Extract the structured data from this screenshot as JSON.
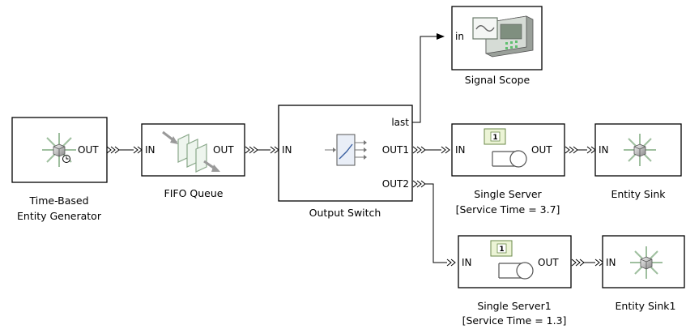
{
  "blocks": {
    "generator": {
      "label_line1": "Time-Based",
      "label_line2": "Entity Generator",
      "out_port": "OUT"
    },
    "fifo": {
      "label": "FIFO Queue",
      "in_port": "IN",
      "out_port": "OUT"
    },
    "switch": {
      "label": "Output Switch",
      "in_port": "IN",
      "last_port": "last",
      "out1_port": "OUT1",
      "out2_port": "OUT2"
    },
    "scope": {
      "label": "Signal Scope",
      "in_port": "in"
    },
    "server": {
      "label_line1": "Single Server",
      "label_line2": "[Service Time = 3.7]",
      "in_port": "IN",
      "out_port": "OUT",
      "count": "1"
    },
    "server1": {
      "label_line1": "Single Server1",
      "label_line2": "[Service Time = 1.3]",
      "in_port": "IN",
      "out_port": "OUT",
      "count": "1"
    },
    "sink": {
      "label": "Entity Sink",
      "in_port": "IN"
    },
    "sink1": {
      "label": "Entity Sink1",
      "in_port": "IN"
    }
  }
}
